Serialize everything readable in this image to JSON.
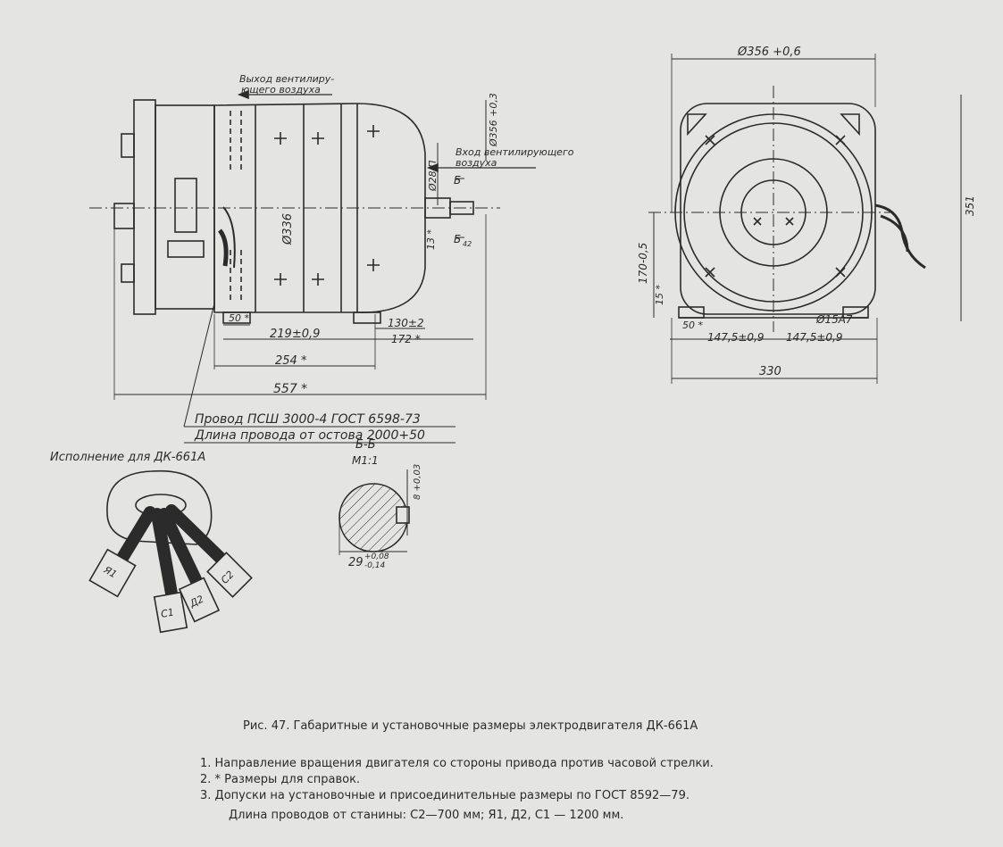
{
  "side_view": {
    "outlet_air_label": [
      "Выход вентилиру-",
      "ющего воздуха"
    ],
    "inlet_air_label": [
      "Вход вентилирующего",
      "воздуха"
    ],
    "dim_d356": "Ø356 +0,3",
    "dim_d28": "Ø28 П",
    "dim_d336": "Ø336",
    "dim_b_top": "Б",
    "dim_13": "13 *",
    "dim_b_bottom": "Б",
    "dim_b_bottom_sub": "42",
    "dim_50": "50 *",
    "dim_130": "130±2",
    "dim_219": "219±0,9",
    "dim_172": "172 *",
    "dim_254": "254 *",
    "dim_557": "557 *",
    "wire_note1": "Провод ПСШ 3000-4 ГОСТ 6598-73",
    "wire_note2": "Длина провода от остова 2000+50"
  },
  "front_view": {
    "dim_d356": "Ø356 +0,6",
    "dim_351": "351",
    "dim_170": "170-0,5",
    "dim_15": "15 *",
    "dim_50": "50 *",
    "dim_147a": "147,5±0,9",
    "dim_147b": "147,5±0,9",
    "dim_d15": "Ø15A7",
    "dim_330": "330"
  },
  "variant_view": {
    "title": "Исполнение для ДК-661А",
    "leads": [
      "Я1",
      "С1",
      "Д2",
      "С2"
    ]
  },
  "section_view": {
    "title": "Б-Б",
    "scale": "М1:1",
    "dim_8": "8 +0,03",
    "dim_29": "29",
    "dim_29_tol_top": "+0,08",
    "dim_29_tol_bottom": "-0,14"
  },
  "caption": "Рис. 47. Габаритные и установочные размеры электродвигателя ДК-661А",
  "notes": [
    "1. Направление вращения двигателя со стороны привода против часовой стрелки.",
    "2. * Размеры для справок.",
    "3. Допуски на установочные и присоединительные размеры по ГОСТ 8592—79.",
    "Длина проводов от станины: С2—700 мм; Я1, Д2, С1 — 1200 мм."
  ],
  "colors": {
    "paper": "#e4e4e2",
    "ink": "#2b2b2b"
  }
}
